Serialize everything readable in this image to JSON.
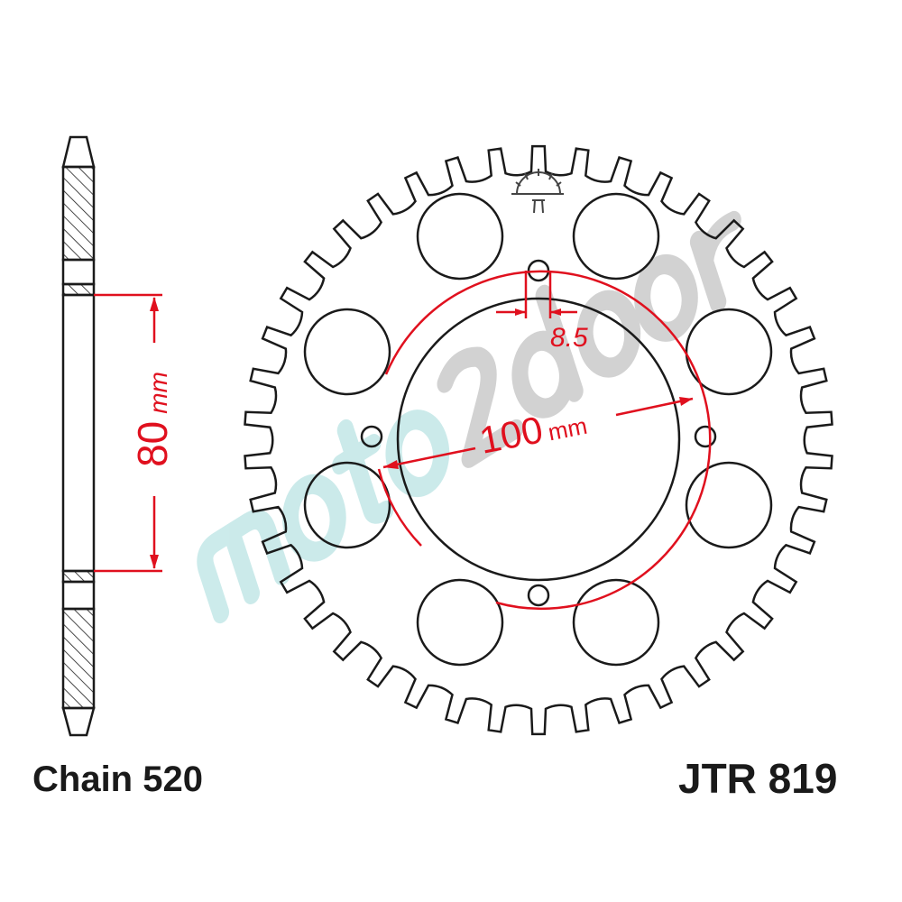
{
  "diagram": {
    "chain_label": "Chain 520",
    "part_number": "JTR 819",
    "dimensions": {
      "hub_height": "80",
      "hub_height_unit": "mm",
      "pcd": "100",
      "pcd_unit": "mm",
      "bolt_hole": "8.5"
    },
    "teeth": 42,
    "large_holes": 8,
    "bolt_holes": 4,
    "watermark": "moto2door",
    "colors": {
      "line": "#1a1a1a",
      "dimension": "#e0101e",
      "watermark_gray": "#c8c8c8",
      "watermark_cyan": "#bfe6e6"
    }
  }
}
